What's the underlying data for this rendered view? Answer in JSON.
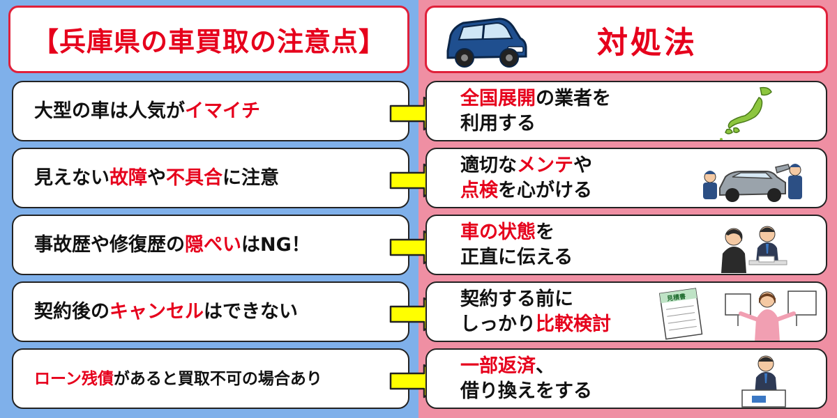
{
  "header": {
    "left_title": "【兵庫県の車買取の注意点】",
    "right_title": "対処法"
  },
  "colors": {
    "left_bg": "#7fb0ea",
    "right_bg": "#ef8fa3",
    "accent_red": "#e6001c",
    "arrow_yellow": "#ffff00"
  },
  "rows": [
    {
      "cause": [
        "大型の車は人気が",
        {
          "em": "イマイチ"
        }
      ],
      "solution_line1": [
        {
          "em": "全国展開"
        },
        "の業者を"
      ],
      "solution_line2": [
        "利用する"
      ],
      "illustration": "japan-map-icon"
    },
    {
      "cause": [
        "見えない",
        {
          "em": "故障"
        },
        "や",
        {
          "em": "不具合"
        },
        "に注意"
      ],
      "solution_line1": [
        "適切な",
        {
          "em": "メンテ"
        },
        "や"
      ],
      "solution_line2": [
        {
          "em": "点検"
        },
        "を心がける"
      ],
      "illustration": "car-mechanics-icon"
    },
    {
      "cause": [
        "事故歴や修復歴の",
        {
          "em": "隠ぺい"
        },
        "はNG！"
      ],
      "solution_line1": [
        {
          "em": "車の状態"
        },
        "を"
      ],
      "solution_line2": [
        "正直に伝える"
      ],
      "illustration": "business-meeting-icon"
    },
    {
      "cause": [
        "契約後の",
        {
          "em": "キャンセル"
        },
        "はできない"
      ],
      "solution_line1": [
        "契約する前に"
      ],
      "solution_line2": [
        "しっかり",
        {
          "em": "比較検討"
        }
      ],
      "illustration": "estimate-comparison-icon"
    },
    {
      "cause": [
        {
          "em": "ローン残債"
        },
        "があると買取不可の場合あり"
      ],
      "solution_line1": [
        {
          "em": "一部返済"
        },
        "、"
      ],
      "solution_line2": [
        "借り換えをする"
      ],
      "illustration": "paperwork-man-icon"
    }
  ],
  "illustrations": {
    "car": "blue-car-icon",
    "japan": "japan-map-icon",
    "mechanics": "car-mechanics-icon",
    "meeting": "business-meeting-icon",
    "estimate_label": "見積書",
    "estimate": "estimate-comparison-icon",
    "paperwork": "paperwork-man-icon"
  }
}
